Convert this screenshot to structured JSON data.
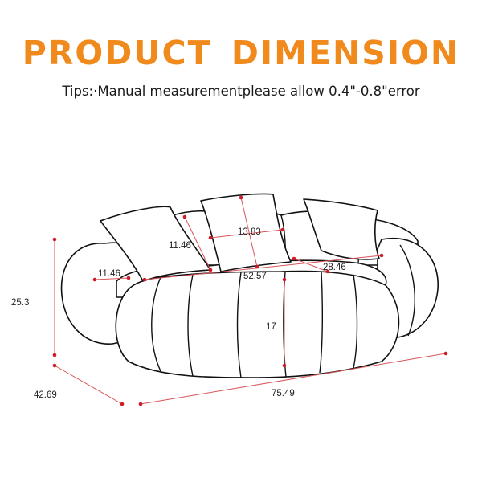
{
  "header": {
    "title": "PRODUCT  DIMENSION",
    "tips": "Tips:·Manual measurementplease allow 0.4\"-0.8\"error"
  },
  "dimensions": {
    "overall_height": "25.3",
    "depth": "42.69",
    "length": "75.49",
    "seat_height": "17",
    "seat_length": "52.57",
    "seat_depth": "28.46",
    "arm_width": "11.46",
    "pillow_height": "11.46",
    "pillow_width": "13.83"
  },
  "colors": {
    "title": "#f08a1c",
    "dimension_line": "#d8545a",
    "dimension_dot": "#d01b26",
    "outline": "#111111"
  }
}
